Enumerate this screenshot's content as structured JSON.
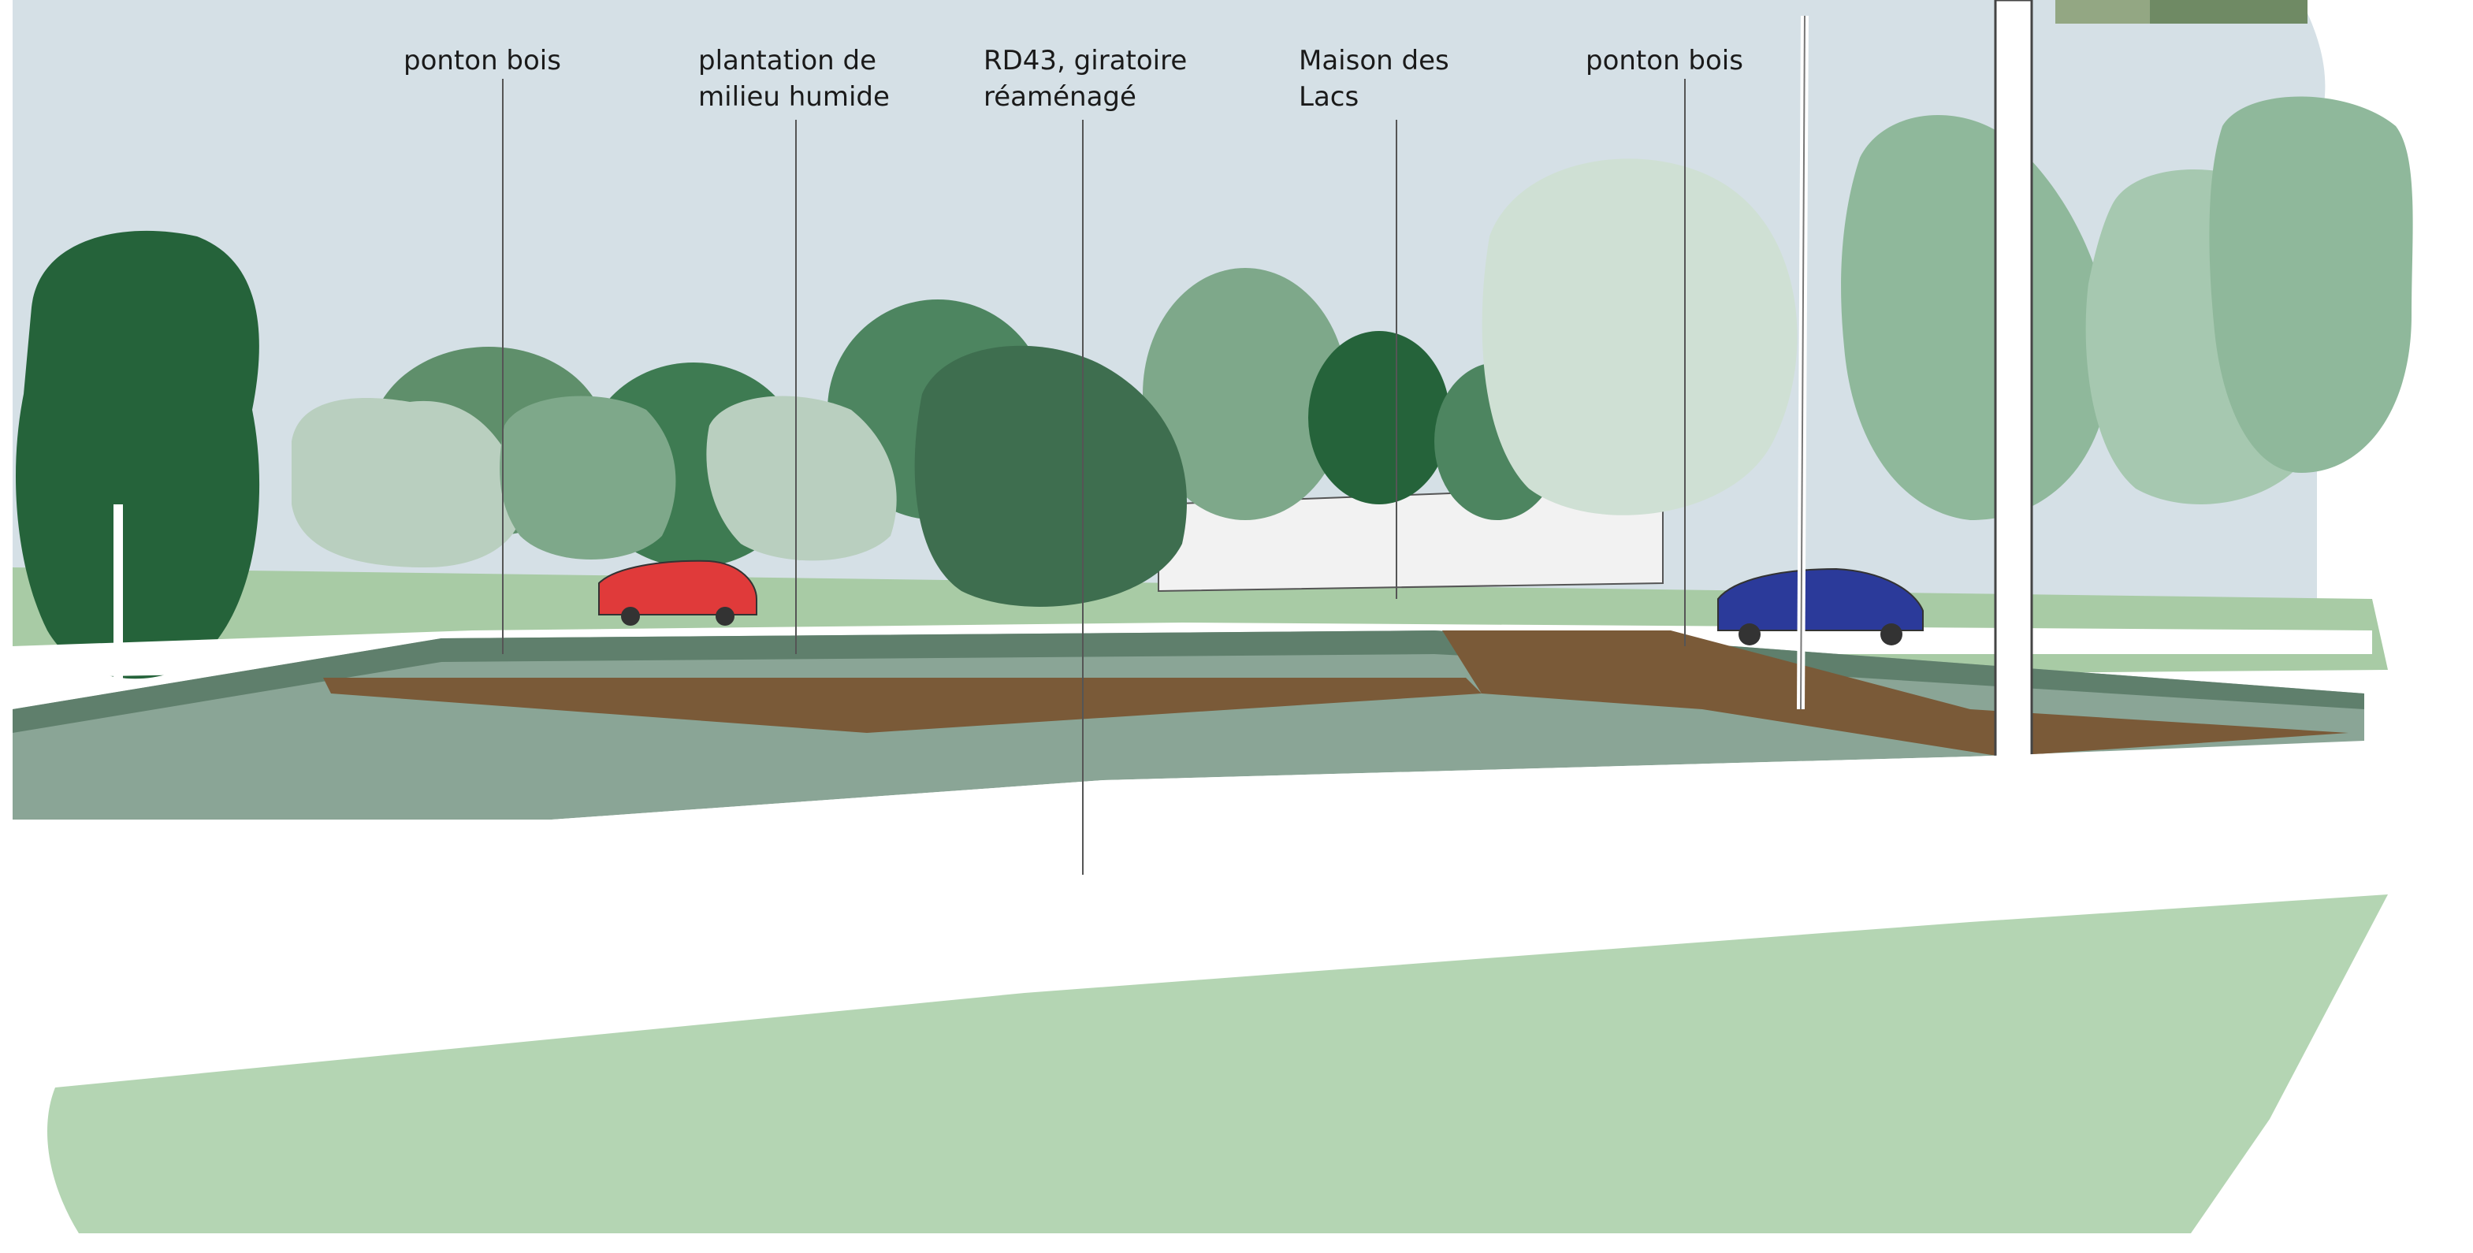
{
  "labels": [
    {
      "lines": [
        "ponton bois"
      ]
    },
    {
      "lines": [
        "plantation de",
        "milieu humide"
      ]
    },
    {
      "lines": [
        "RD43, giratoire",
        "réaménagé"
      ]
    },
    {
      "lines": [
        "Maison des",
        "Lacs"
      ]
    },
    {
      "lines": [
        "ponton bois"
      ]
    }
  ],
  "colors": {
    "sky": "#d5e0e6",
    "tree_dark": "#25633a",
    "tree_mid": "#3e6e4f",
    "tree_green": "#7ea88a",
    "tree_light": "#b9cfbf",
    "tree_pale": "#cfe0d4",
    "grass": "#9fc9a1",
    "lawn_light": "#b4d5b3",
    "boardwalk": "#7a5a38",
    "meadow": "#8aa596",
    "car_red": "#e03a3a",
    "car_blue": "#2b3a9a"
  }
}
